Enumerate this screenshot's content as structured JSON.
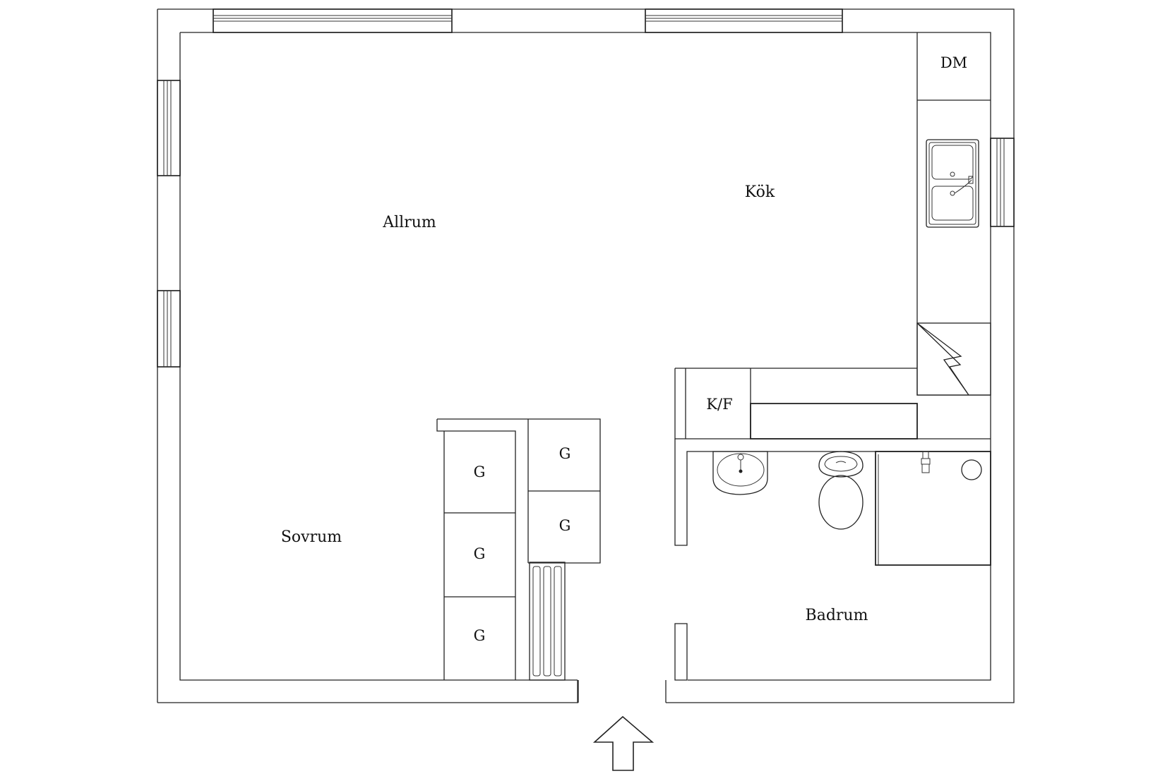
{
  "rooms": {
    "allrum": "Allrum",
    "kok": "Kök",
    "sovrum": "Sovrum",
    "badrum": "Badrum"
  },
  "fixtures": {
    "dishwasher": "DM",
    "fridge_freezer": "K/F",
    "wardrobe_1": "G",
    "wardrobe_2": "G",
    "wardrobe_3": "G",
    "wardrobe_4": "G",
    "wardrobe_5": "G"
  },
  "icons": {
    "entrance": "entrance-arrow-icon",
    "sink": "double-sink-icon",
    "washbasin": "washbasin-icon",
    "toilet": "toilet-icon",
    "shower": "shower-icon",
    "chimney": "chimney-icon",
    "radiator": "radiator-icon"
  },
  "colors": {
    "line": "#222222",
    "background": "#ffffff"
  }
}
